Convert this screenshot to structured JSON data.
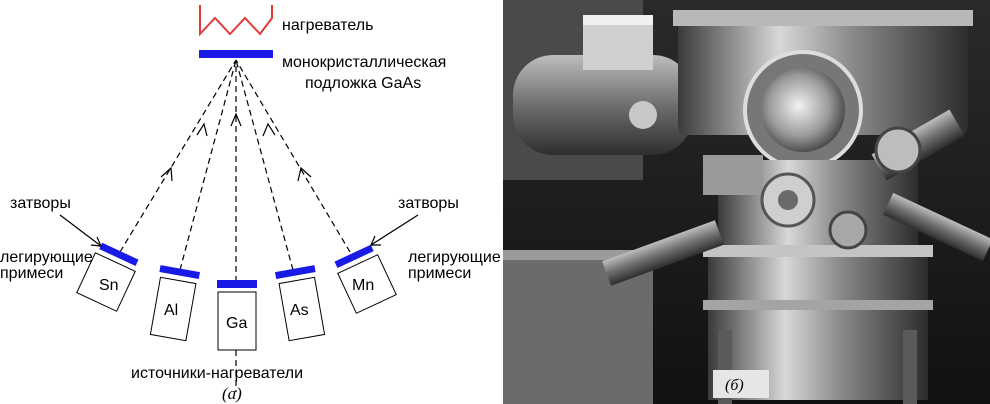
{
  "diagram": {
    "heater_label": "нагреватель",
    "substrate_label_line1": "монокристаллическая",
    "substrate_label_line2": "подложка GaAs",
    "shutters_left": "затворы",
    "shutters_right": "затворы",
    "dopants_left_line1": "легирующие",
    "dopants_left_line2": "примеси",
    "dopants_right_line1": "легирующие",
    "dopants_right_line2": "примеси",
    "sources": [
      "Sn",
      "Al",
      "Ga",
      "As",
      "Mn"
    ],
    "sources_label": "источники-нагреватели",
    "caption": "(а)",
    "colors": {
      "heater": "#e23b3b",
      "shutter": "#1a1ae6",
      "line": "#000000"
    }
  },
  "photo": {
    "caption": "(б)"
  }
}
